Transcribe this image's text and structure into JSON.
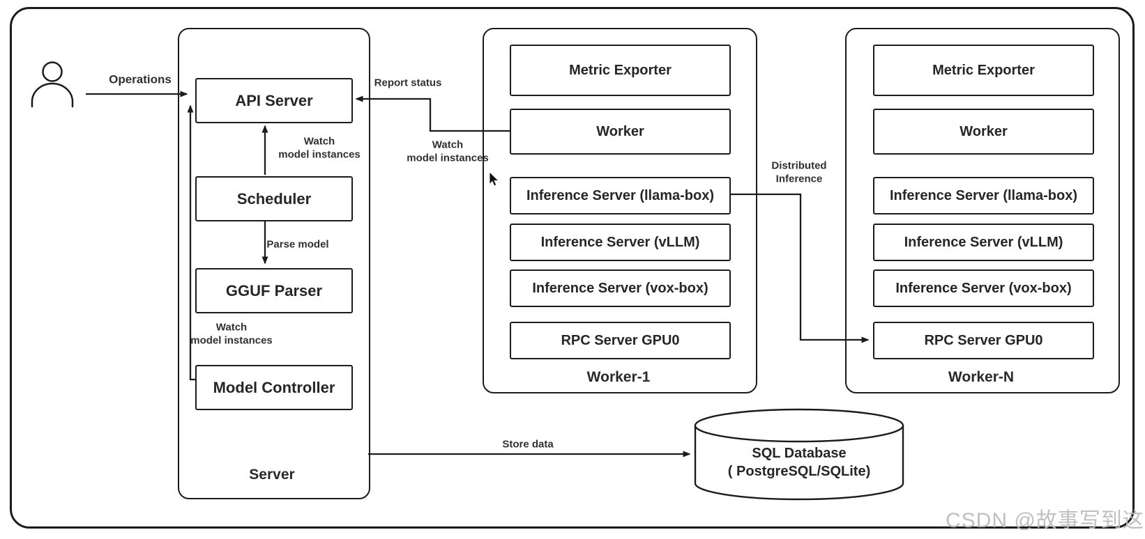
{
  "actor": {
    "icon": "person-icon"
  },
  "edges": {
    "operations": "Operations",
    "report_status": "Report status",
    "watch_top": "Watch\nmodel instances",
    "watch_mid": "Watch\nmodel instances",
    "watch_left": "Watch\nmodel instances",
    "parse_model": "Parse model",
    "distributed_inference": "Distributed\nInference",
    "store_data": "Store data"
  },
  "server": {
    "title": "Server",
    "boxes": [
      "API Server",
      "Scheduler",
      "GGUF Parser",
      "Model Controller"
    ]
  },
  "worker1": {
    "title": "Worker-1",
    "boxes": [
      "Metric Exporter",
      "Worker",
      "Inference Server (llama-box)",
      "Inference Server (vLLM)",
      "Inference Server (vox-box)",
      "RPC Server GPU0"
    ]
  },
  "workerN": {
    "title": "Worker-N",
    "boxes": [
      "Metric Exporter",
      "Worker",
      "Inference Server (llama-box)",
      "Inference Server (vLLM)",
      "Inference Server (vox-box)",
      "RPC Server GPU0"
    ]
  },
  "database": {
    "label": "SQL Database\n( PostgreSQL/SQLite)"
  },
  "watermark": {
    "text": "CSDN @故事写到这"
  },
  "colors": {
    "stroke": "#1b1b1b",
    "text": "#262626",
    "edge_label": "#303030",
    "watermark": "#bcbcbc",
    "background": "#ffffff"
  }
}
